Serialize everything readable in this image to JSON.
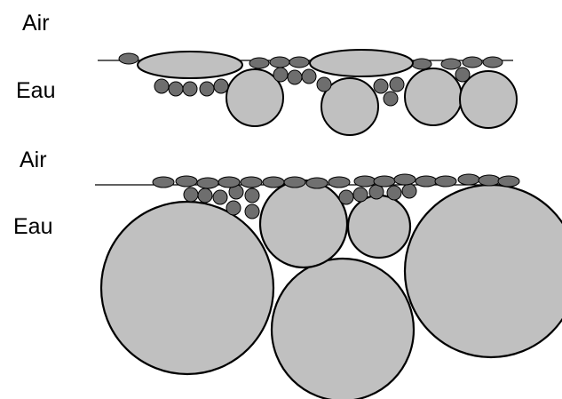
{
  "labels": {
    "top_air": "Air",
    "top_water": "Eau",
    "bottom_air": "Air",
    "bottom_water": "Eau"
  },
  "colors": {
    "large_particle_fill": "#c0c0c0",
    "small_particle_fill": "#6e6e6e",
    "outline": "#000000",
    "background": "#ffffff"
  }
}
